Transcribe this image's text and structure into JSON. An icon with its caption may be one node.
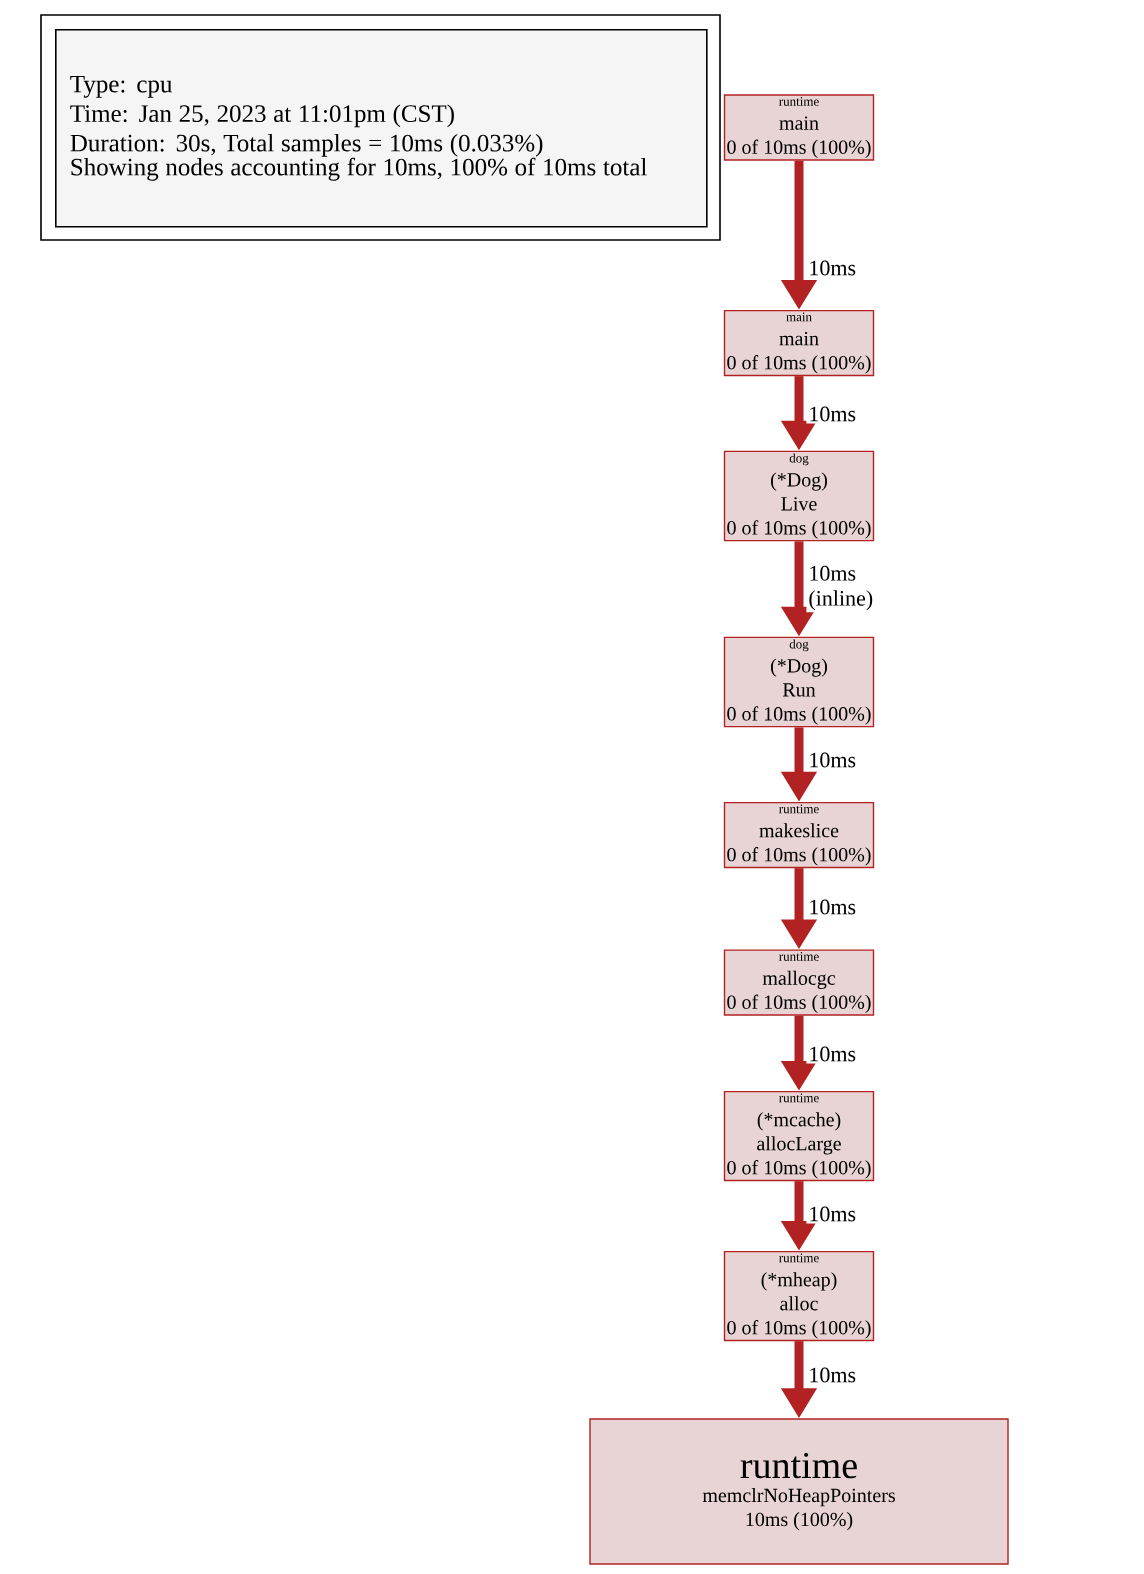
{
  "diagram": {
    "nodes": [
      {
        "text": [
          "Type: cpu",
          "Time: Jan 25, 2023 at 11:01pm (CST)",
          "Duration: 30s, Total samples = 10ms (0.033%)",
          "Showing nodes accounting for 10ms, 100% of 10ms total"
        ]
      },
      {
        "text": [
          "runtime",
          "main",
          "0 of 10ms (100%)"
        ]
      },
      {
        "text": [
          "main",
          "main",
          "0 of 10ms (100%)"
        ]
      },
      {
        "text": [
          "dog",
          "(*Dog)",
          "Live",
          "0 of 10ms (100%)"
        ]
      },
      {
        "text": [
          "dog",
          "(*Dog)",
          "Run",
          "0 of 10ms (100%)"
        ]
      },
      {
        "text": [
          "runtime",
          "makeslice",
          "0 of 10ms (100%)"
        ]
      },
      {
        "text": [
          "runtime",
          "mallocgc",
          "0 of 10ms (100%)"
        ]
      },
      {
        "text": [
          "runtime",
          "(*mcache)",
          "allocLarge",
          "0 of 10ms (100%)"
        ]
      },
      {
        "text": [
          "runtime",
          "(*mheap)",
          "alloc",
          "0 of 10ms (100%)"
        ]
      },
      {
        "text": [
          "runtime",
          "memclrNoHeapPointers",
          "10ms (100%)"
        ]
      }
    ],
    "edges": [
      {
        "from": 1,
        "to": 2,
        "arrow": "to",
        "label": "10ms"
      },
      {
        "from": 2,
        "to": 3,
        "arrow": "to",
        "label": "10ms"
      },
      {
        "from": 3,
        "to": 4,
        "arrow": "to",
        "label": "10ms (inline)"
      },
      {
        "from": 4,
        "to": 5,
        "arrow": "to",
        "label": "10ms"
      },
      {
        "from": 5,
        "to": 6,
        "arrow": "to",
        "label": "10ms"
      },
      {
        "from": 6,
        "to": 7,
        "arrow": "to",
        "label": "10ms"
      },
      {
        "from": 7,
        "to": 8,
        "arrow": "to",
        "label": "10ms"
      },
      {
        "from": 8,
        "to": 9,
        "arrow": "to",
        "label": "10ms"
      }
    ]
  }
}
